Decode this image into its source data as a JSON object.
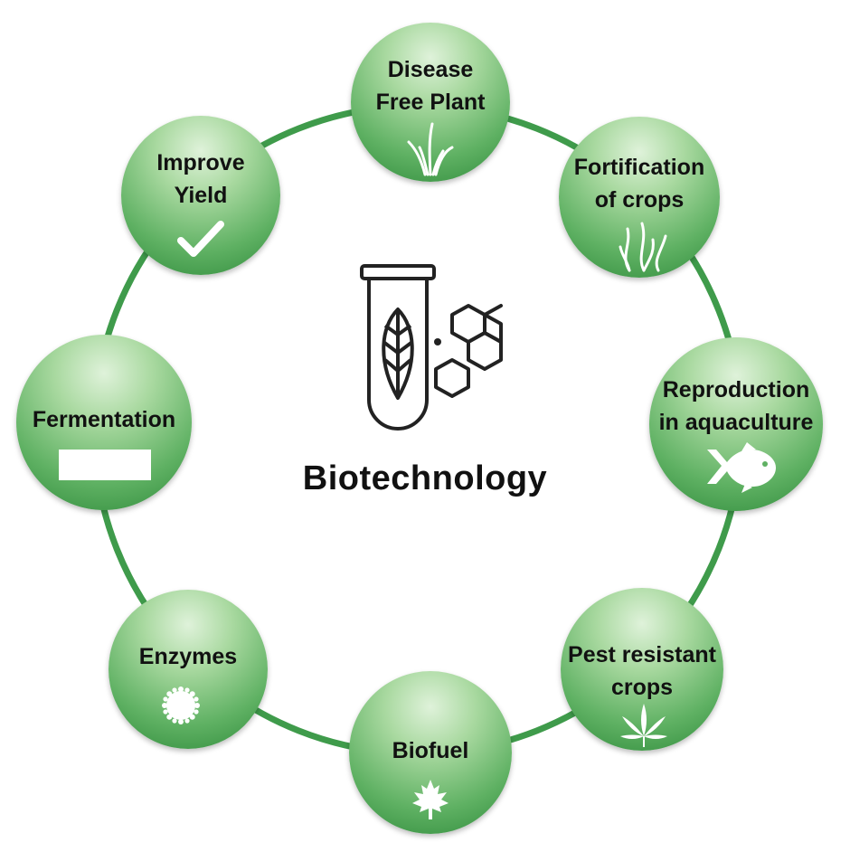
{
  "title": "Biotechnology",
  "accent_color": "#3c9a4c",
  "nodes": [
    {
      "label": "Disease\nFree Plant",
      "icon": "grass-icon"
    },
    {
      "label": "Fortification\nof crops",
      "icon": "seaweed-icon"
    },
    {
      "label": "Reproduction\nin aquaculture",
      "icon": "fish-icon"
    },
    {
      "label": "Pest resistant\ncrops",
      "icon": "cannabis-leaf-icon"
    },
    {
      "label": "Biofuel",
      "icon": "maple-leaf-icon"
    },
    {
      "label": "Enzymes",
      "icon": "gear-icon"
    },
    {
      "label": "Fermentation",
      "icon": "rectangle-icon"
    },
    {
      "label": "Improve\nYield",
      "icon": "checkmark-icon"
    }
  ]
}
